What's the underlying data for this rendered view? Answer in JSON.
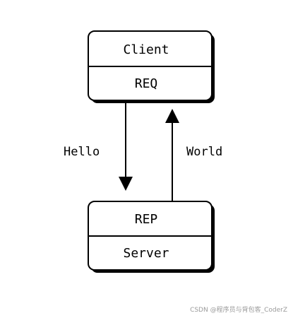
{
  "client": {
    "name": "Client",
    "socket": "REQ"
  },
  "server": {
    "socket": "REP",
    "name": "Server"
  },
  "messages": {
    "request": "Hello",
    "reply": "World"
  },
  "watermark": "CSDN @程序员与背包客_CoderZ",
  "colors": {
    "stroke": "#000000",
    "shadow": "#000000",
    "fill": "#ffffff"
  }
}
